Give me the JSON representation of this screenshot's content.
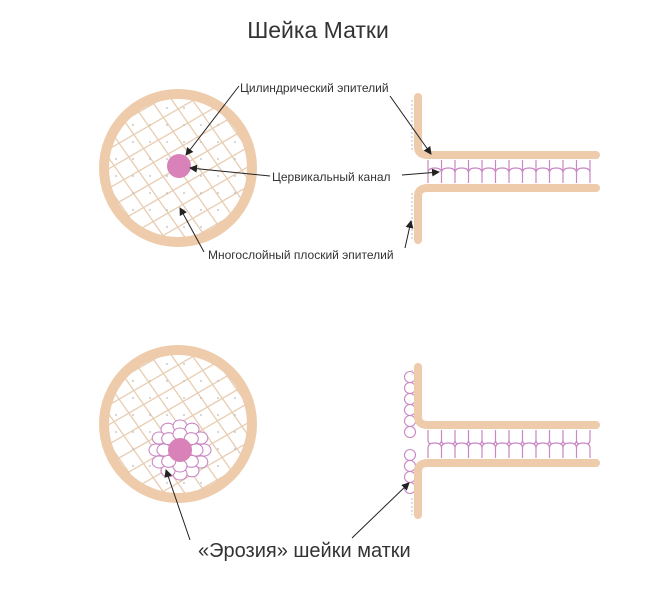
{
  "title": "Шейка Матки",
  "labels": {
    "columnar": "Цилиндрический эпителий",
    "canal": "Цервикальный канал",
    "squamous": "Многослойный плоский эпителий",
    "erosion": "«Эрозия» шейки матки"
  },
  "colors": {
    "tissue": "#EDCBAB",
    "grid": "#E8CDB2",
    "pink": "#D982B9",
    "cell": "#C987C3",
    "arrow": "#222222"
  }
}
